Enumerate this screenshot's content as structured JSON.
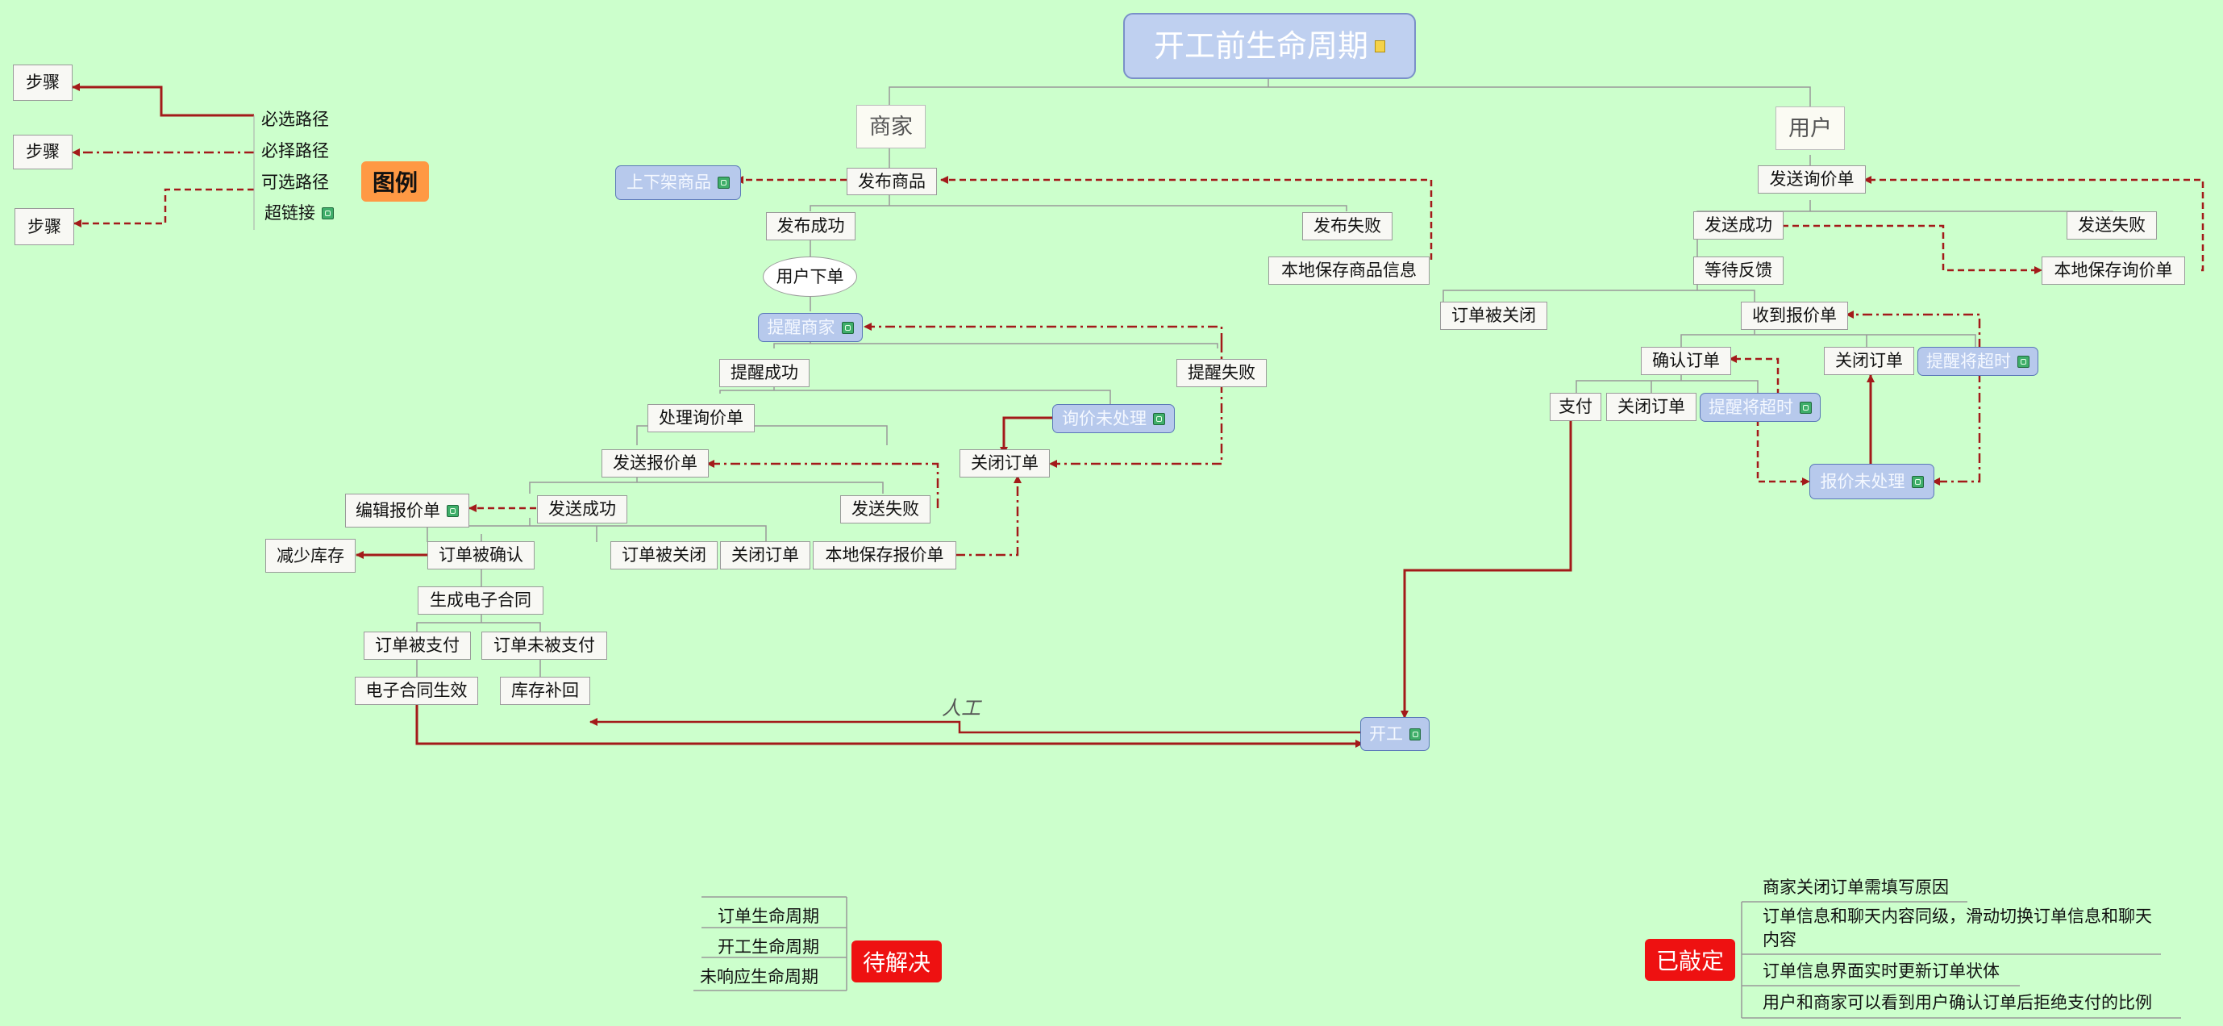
{
  "title": "开工前生命周期",
  "merchant": {
    "label": "商家",
    "publish_product": "发布商品",
    "listing_product": "上下架商品",
    "publish_success": "发布成功",
    "publish_fail": "发布失败",
    "save_product_local": "本地保存商品信息",
    "user_order": "用户下单",
    "remind_merchant": "提醒商家",
    "remind_success": "提醒成功",
    "remind_fail": "提醒失败",
    "handle_inquiry": "处理询价单",
    "inquiry_unhandled": "询价未处理",
    "send_quote": "发送报价单",
    "close_order": "关闭订单",
    "edit_quote": "编辑报价单",
    "send_success": "发送成功",
    "send_fail": "发送失败",
    "reduce_stock": "减少库存",
    "order_confirmed": "订单被确认",
    "order_closed": "订单被关闭",
    "close_order_2": "关闭订单",
    "save_quote_local": "本地保存报价单",
    "gen_contract": "生成电子合同",
    "order_paid": "订单被支付",
    "order_unpaid": "订单未被支付",
    "contract_effective": "电子合同生效",
    "restock": "库存补回"
  },
  "user": {
    "label": "用户",
    "send_inquiry": "发送询价单",
    "send_success": "发送成功",
    "send_fail": "发送失败",
    "save_inquiry_local": "本地保存询价单",
    "wait_feedback": "等待反馈",
    "order_closed": "订单被关闭",
    "receive_quote": "收到报价单",
    "confirm_order": "确认订单",
    "close_order": "关闭订单",
    "remind_timeout_1": "提醒将超时",
    "pay": "支付",
    "close_order_2": "关闭订单",
    "remind_timeout_2": "提醒将超时",
    "quote_unhandled": "报价未处理"
  },
  "start_work": "开工",
  "manual_label": "人工",
  "legend": {
    "tag": "图例",
    "step": "步骤",
    "required": "必选路径",
    "must_choose": "必择路径",
    "optional": "可选路径",
    "hyperlink": "超链接"
  },
  "pending": {
    "tag": "待解决",
    "items": [
      "订单生命周期",
      "开工生命周期",
      "未响应生命周期"
    ]
  },
  "decided": {
    "tag": "已敲定",
    "items": [
      "商家关闭订单需填写原因",
      "订单信息和聊天内容同级，滑动切换订单信息和聊天内容",
      "订单信息界面实时更新订单状体",
      "用户和商家可以看到用户确认订单后拒绝支付的比例"
    ]
  },
  "colors": {
    "background": "#ccffcc",
    "arrow": "#a31a1a",
    "connector": "#999999",
    "hyperlink_node": "#b7c9ec",
    "legend_tag": "#ff9944",
    "status_tag": "#ee1111"
  }
}
